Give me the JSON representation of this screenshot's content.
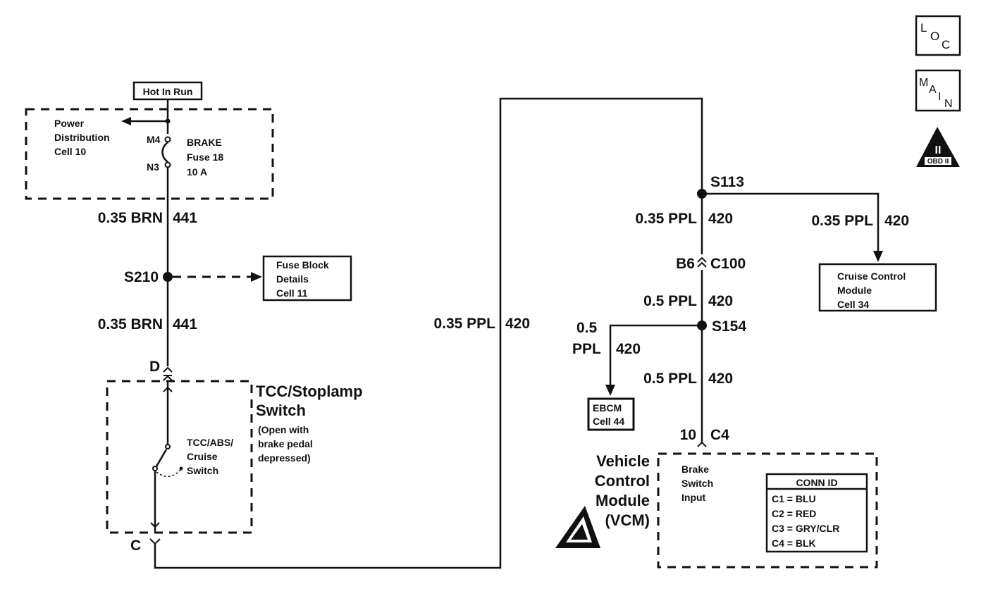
{
  "top_label": "Hot In Run",
  "power_dist": {
    "line1": "Power",
    "line2": "Distribution",
    "line3": "Cell 10"
  },
  "fuse": {
    "pin_in": "M4",
    "pin_out": "N3",
    "name": "BRAKE",
    "number": "Fuse 18",
    "rating": "10 A"
  },
  "wire_brn_1": {
    "gauge": "0.35 BRN",
    "circuit": "441"
  },
  "splice_s210": "S210",
  "fuse_block": {
    "line1": "Fuse Block",
    "line2": "Details",
    "line3": "Cell 11"
  },
  "wire_brn_2": {
    "gauge": "0.35 BRN",
    "circuit": "441"
  },
  "conn_d": "D",
  "conn_c": "C",
  "switch_box": {
    "title1": "TCC/Stoplamp",
    "title2": "Switch",
    "note1": "(Open with",
    "note2": "brake pedal",
    "note3": "depressed)",
    "sw1": "TCC/ABS/",
    "sw2": "Cruise",
    "sw3": "Switch"
  },
  "wire_ppl_long": {
    "gauge": "0.35 PPL",
    "circuit": "420"
  },
  "splice_s113": "S113",
  "wire_ppl_s113": {
    "gauge": "0.35 PPL",
    "circuit": "420"
  },
  "wire_ppl_cruise": {
    "gauge": "0.35 PPL",
    "circuit": "420"
  },
  "cruise_module": {
    "line1": "Cruise Control",
    "line2": "Module",
    "line3": "Cell 34"
  },
  "conn_c100": {
    "pin": "B6",
    "name": "C100"
  },
  "wire_ppl_05a": {
    "gauge": "0.5 PPL",
    "circuit": "420"
  },
  "splice_s154": "S154",
  "wire_ppl_ebcm": {
    "gauge1": "0.5",
    "gauge2": "PPL",
    "circuit": "420"
  },
  "ebcm": {
    "line1": "EBCM",
    "line2": "Cell 44"
  },
  "wire_ppl_05b": {
    "gauge": "0.5 PPL",
    "circuit": "420"
  },
  "conn_c4": {
    "pin": "10",
    "name": "C4"
  },
  "vcm": {
    "line1": "Vehicle",
    "line2": "Control",
    "line3": "Module",
    "line4": "(VCM)"
  },
  "vcm_input": {
    "line1": "Brake",
    "line2": "Switch",
    "line3": "Input"
  },
  "conn_id": {
    "header": "CONN ID",
    "rows": [
      "C1 = BLU",
      "C2 = RED",
      "C3 = GRY/CLR",
      "C4 = BLK"
    ]
  },
  "loc_icon": {
    "a": "L",
    "b": "O",
    "c": "C"
  },
  "main_icon": {
    "a": "M",
    "b": "A",
    "c": "I",
    "d": "N"
  },
  "obd_icon": {
    "mark": "II",
    "label": "OBD II"
  }
}
